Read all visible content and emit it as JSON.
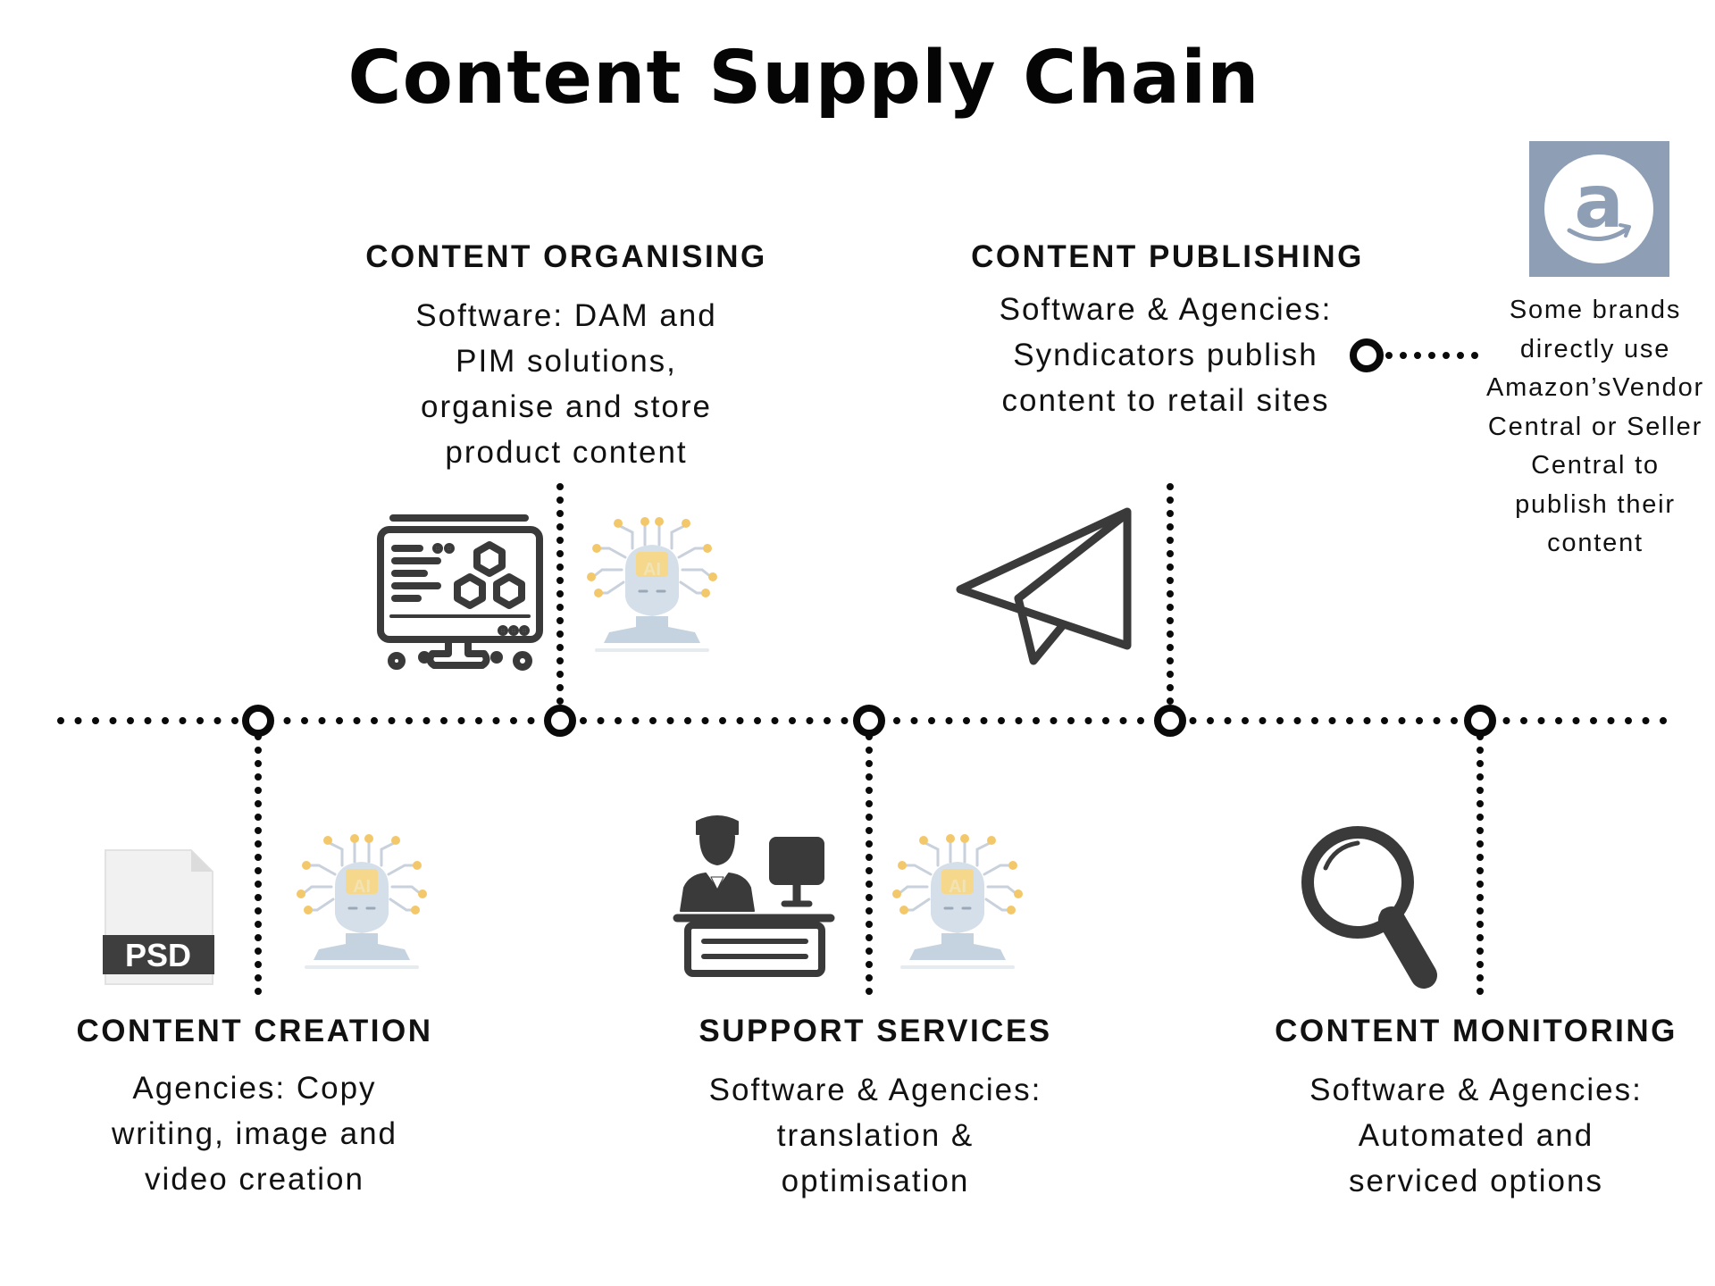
{
  "title": "Content Supply Chain",
  "stages": {
    "organising": {
      "heading": "CONTENT ORGANISING",
      "lines": [
        "Software: DAM and",
        "PIM solutions,",
        "organise and store",
        "product content"
      ]
    },
    "publishing": {
      "heading": "CONTENT PUBLISHING",
      "lines": [
        "Software & Agencies:",
        "Syndicators publish",
        "content to retail sites"
      ]
    },
    "creation": {
      "heading": "CONTENT CREATION",
      "lines": [
        "Agencies: Copy",
        "writing, image and",
        "video creation"
      ]
    },
    "support": {
      "heading": "SUPPORT SERVICES",
      "lines": [
        "Software & Agencies:",
        "translation &",
        "optimisation"
      ]
    },
    "monitoring": {
      "heading": "CONTENT MONITORING",
      "lines": [
        "Software & Agencies:",
        "Automated and",
        "serviced options"
      ]
    }
  },
  "amazon_note": {
    "lines": [
      "Some brands",
      "directly use",
      "Amazon’sVendor",
      "Central or Seller",
      "Central to",
      "publish their",
      "content"
    ]
  },
  "icons": {
    "psd_label": "PSD",
    "ai_label": "AI",
    "amazon_letter": "a"
  },
  "colors": {
    "line": "#0a0a0a",
    "icon_dark": "#3a3a3a",
    "amazon_bg": "#8e9fb5",
    "ai_gold": "#f3c86a",
    "ai_face": "#d5dfe9"
  }
}
